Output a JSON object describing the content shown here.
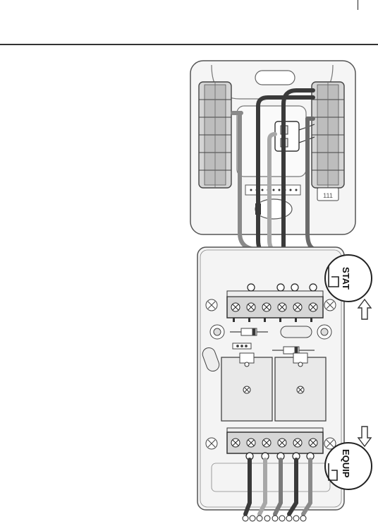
{
  "labels": {
    "stat": "STAT",
    "equip": "EQUIP",
    "terminal_count": "111"
  },
  "colors": {
    "line": "#444444",
    "wire_dark": "#3a3a3a",
    "wire_mid": "#7a7a7a",
    "wire_light": "#a8a8a8",
    "panel_fill": "#f4f4f4",
    "block_fill": "#cfcfcf"
  },
  "icons": {
    "up": "arrow-up-icon",
    "down": "arrow-down-icon"
  }
}
